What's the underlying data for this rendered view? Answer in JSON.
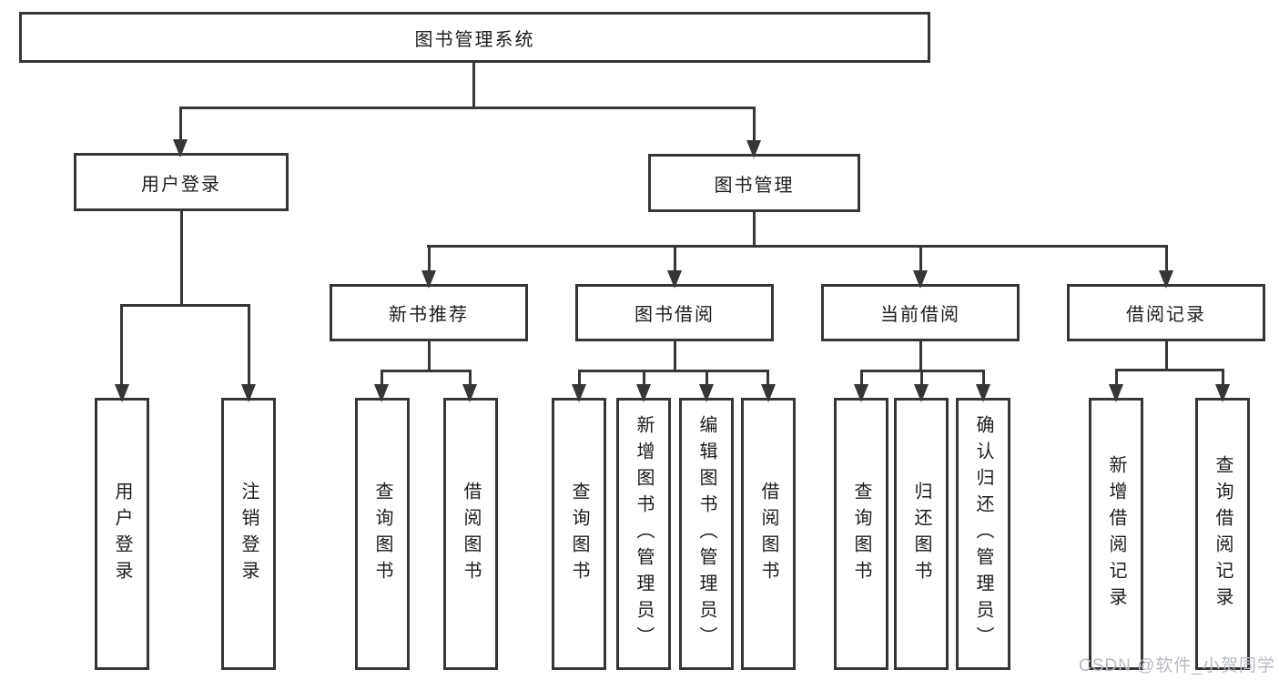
{
  "diagram": {
    "root": "图书管理系统",
    "level2": {
      "user_login": "用户登录",
      "book_management": "图书管理"
    },
    "level3": {
      "new_books": "新书推荐",
      "book_borrow": "图书借阅",
      "current_borrow": "当前借阅",
      "borrow_records": "借阅记录"
    },
    "leaves": {
      "user_login": [
        "用户登录",
        "注销登录"
      ],
      "new_books": [
        "查询图书",
        "借阅图书"
      ],
      "book_borrow": [
        "查询图书",
        "新增图书（管理员）",
        "编辑图书（管理员）",
        "借阅图书"
      ],
      "current_borrow": [
        "查询图书",
        "归还图书",
        "确认归还（管理员）"
      ],
      "borrow_records": [
        "新增借阅记录",
        "查询借阅记录"
      ]
    }
  },
  "watermark": "CSDN @软件_小贺同学",
  "colors": {
    "line": "#363636",
    "text": "#1c1c1c",
    "background": "#ffffff",
    "watermark": "#b7bbc2"
  }
}
